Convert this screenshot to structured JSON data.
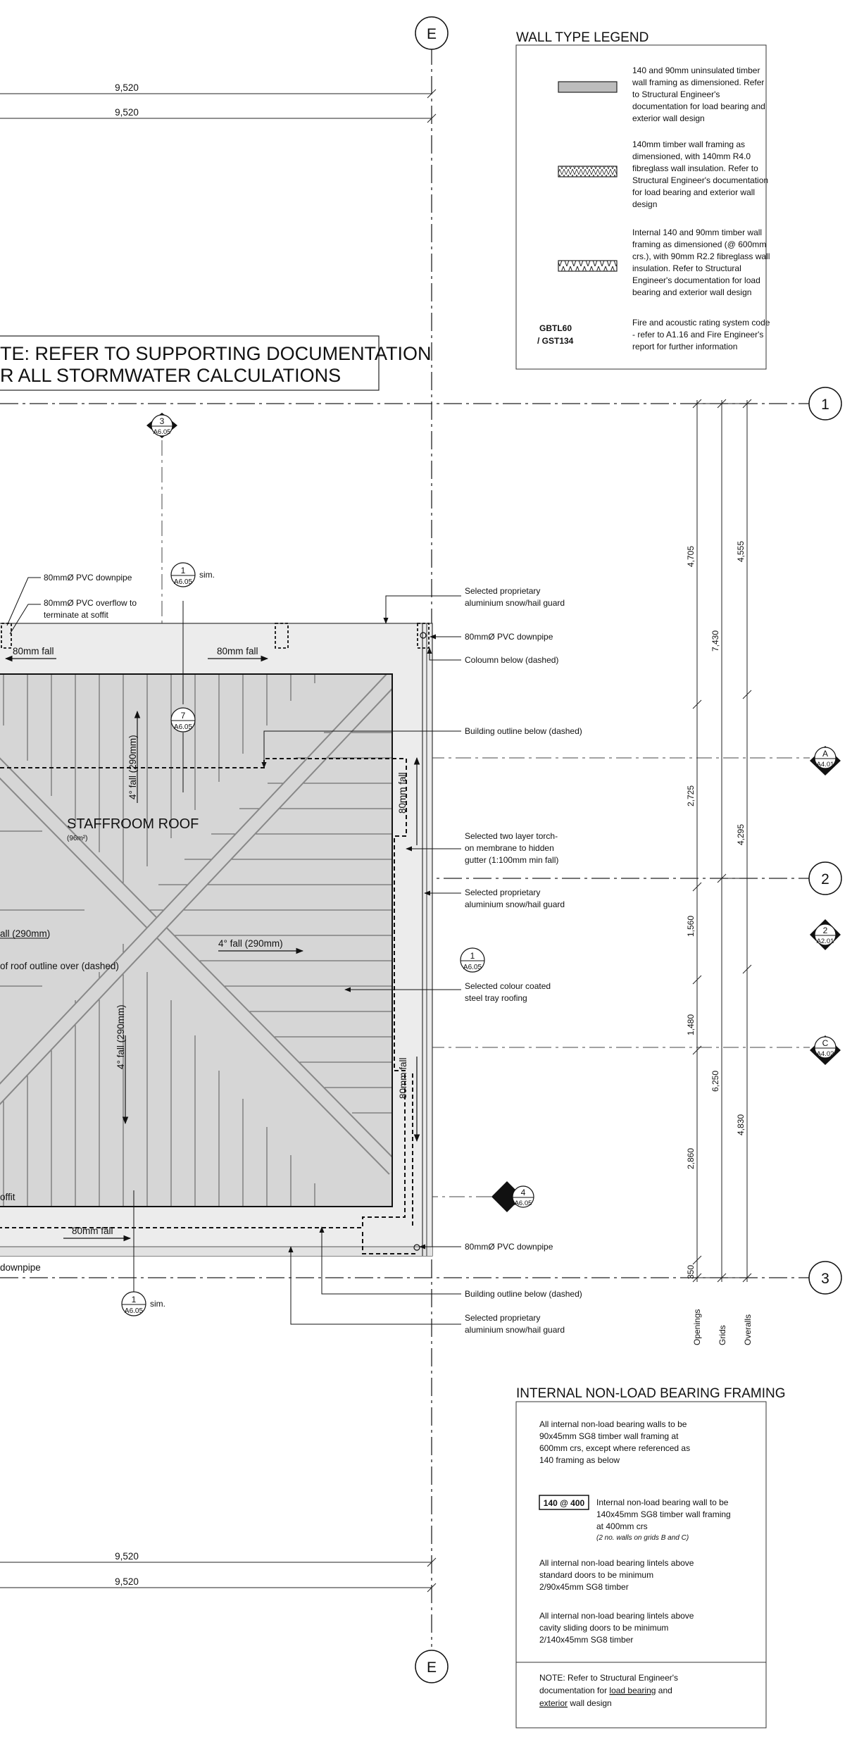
{
  "grid_bubbles": {
    "e_top": "E",
    "e_bottom": "E",
    "g1": "1",
    "g2": "2",
    "g3": "3"
  },
  "overall_dims": {
    "top_1": "9,520",
    "top_2": "9,520",
    "bottom_1": "9,520",
    "bottom_2": "9,520"
  },
  "note_box": {
    "line1": "TE: REFER TO SUPPORTING DOCUMENTATION",
    "line2": "R ALL STORMWATER CALCULATIONS"
  },
  "wall_legend": {
    "title": "WALL TYPE LEGEND",
    "items": [
      {
        "lines": [
          "140 and 90mm uninsulated timber",
          "wall framing as dimensioned. Refer",
          "to Structural Engineer's",
          "documentation for load bearing and",
          "exterior wall design"
        ]
      },
      {
        "lines": [
          "140mm timber wall framing as",
          "dimensioned, with 140mm R4.0",
          "fibreglass wall insulation. Refer to",
          "Structural Engineer's documentation",
          "for load bearing and exterior wall",
          "design"
        ]
      },
      {
        "lines": [
          "Internal 140 and 90mm timber wall",
          "framing as dimensioned (@ 600mm",
          "crs.), with 90mm R2.2 fibreglass wall",
          "insulation.  Refer to Structural",
          "Engineer's documentation for load",
          "bearing and exterior wall design"
        ]
      },
      {
        "code_1": "GBTL60",
        "code_2": "/ GST134",
        "lines": [
          "Fire and acoustic rating system code",
          "- refer to A1.16 and Fire Engineer's",
          "report for further information"
        ]
      }
    ]
  },
  "roof": {
    "name": "STAFFROOM ROOF",
    "area": "(96m²)",
    "fall_top": "80mm fall",
    "fall_top_left": "80mm fall",
    "fall_bottom": "80mm fall",
    "fall_right_upper": "80mm fall",
    "fall_right_lower": "80mm fall",
    "pitch_up": "4° fall (290mm)",
    "pitch_right": "4° fall (290mm)",
    "pitch_down": "4° fall (290mm)",
    "pitch_left_clip": "all (290mm)",
    "outline_clip": "of roof outline over (dashed)",
    "soffit_clip": "offit",
    "downpipe_clip": "downpipe"
  },
  "annotations": {
    "downpipe_left": "80mmØ PVC downpipe",
    "overflow_1": "80mmØ PVC overflow to",
    "overflow_2": "terminate at soffit",
    "guard_top_1": "Selected proprietary",
    "guard_top_2": "aluminium snow/hail guard",
    "downpipe_top_right": "80mmØ PVC downpipe",
    "column_below": "Coloumn below (dashed)",
    "building_outline_upper": "Building outline below (dashed)",
    "membrane_1": "Selected two layer torch-",
    "membrane_2": "on membrane to hidden",
    "membrane_3": "gutter (1:100mm min fall)",
    "guard_mid_1": "Selected proprietary",
    "guard_mid_2": "aluminium snow/hail guard",
    "steel_1": "Selected colour coated",
    "steel_2": "steel tray roofing",
    "downpipe_bottom_right": "80mmØ PVC downpipe",
    "building_outline_lower": "Building outline below (dashed)",
    "guard_bottom_1": "Selected proprietary",
    "guard_bottom_2": "aluminium snow/hail guard",
    "sim": "sim."
  },
  "detail_tags": {
    "t1": {
      "num": "3",
      "ref": "A6.05"
    },
    "t2": {
      "num": "1",
      "ref": "A6.05"
    },
    "t3": {
      "num": "7",
      "ref": "A6.05"
    },
    "t4": {
      "num": "1",
      "ref": "A6.05"
    },
    "t5": {
      "num": "4",
      "ref": "A6.05"
    },
    "t6": {
      "num": "1",
      "ref": "A6.05"
    },
    "s_a": {
      "num": "A",
      "ref": "A4.01"
    },
    "s_2": {
      "num": "2",
      "ref": "A2.01"
    },
    "s_c": {
      "num": "C",
      "ref": "A4.02"
    }
  },
  "dim_chains": {
    "openings": [
      "4,705",
      "2,725",
      "1,560",
      "1,480",
      "2,860",
      "350"
    ],
    "grids": [
      "7,430",
      "6,250"
    ],
    "overalls": [
      "4,555",
      "4,295",
      "4,830"
    ],
    "label_openings": "Openings",
    "label_grids": "Grids",
    "label_overalls": "Overalls"
  },
  "framing_legend": {
    "title": "INTERNAL NON-LOAD BEARING FRAMING",
    "p1": [
      "All internal non-load bearing walls to be",
      "90x45mm SG8 timber wall framing at",
      "600mm crs, except where referenced as",
      "140 framing as below"
    ],
    "tag": "140 @ 400",
    "tag_desc": [
      "Internal non-load bearing wall to be",
      "140x45mm SG8 timber wall framing",
      "at 400mm crs"
    ],
    "tag_note": "(2 no. walls on grids B and C)",
    "p2": [
      "All internal non-load bearing lintels above",
      "standard doors to be minimum",
      "2/90x45mm SG8 timber"
    ],
    "p3": [
      "All internal non-load bearing lintels above",
      "cavity sliding doors to be minimum",
      "2/140x45mm SG8 timber"
    ],
    "note_1": "NOTE: Refer to Structural Engineer's",
    "note_2a": "documentation for ",
    "note_2b": "load bearing",
    "note_2c": " and",
    "note_3a": "exterior",
    "note_3b": " wall design"
  }
}
